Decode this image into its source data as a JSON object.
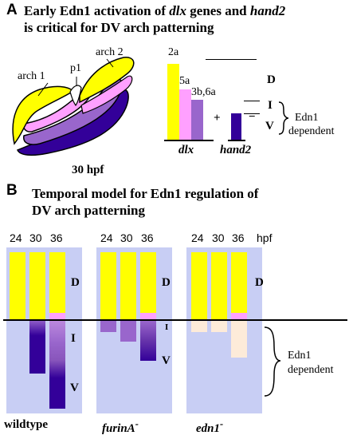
{
  "panel_a": {
    "letter": "A",
    "title_line1": "Early Edn1 activation of dlx genes and hand2",
    "title_line2": "is critical for DV arch patterning",
    "arch1": "arch 1",
    "arch2": "arch 2",
    "p1": "p1",
    "stage": "30 hpf",
    "bar_labels": [
      "2a",
      "5a",
      "3b,6a"
    ],
    "d": "D",
    "i": "I",
    "v": "V",
    "plus": "+",
    "equals": "=",
    "xlabel_dlx": "dlx",
    "xlabel_hand2": "hand2",
    "edn1_1": "Edn1",
    "edn1_2": "dependent"
  },
  "panel_b": {
    "letter": "B",
    "title_line1": "Temporal model for Edn1 regulation of",
    "title_line2": "DV arch patterning",
    "hpf_label": "hpf",
    "times": [
      "24",
      "30",
      "36"
    ],
    "d": "D",
    "i": "I",
    "v": "V",
    "edn1_1": "Edn1",
    "edn1_2": "dependent",
    "genotypes": [
      "wildtype",
      "furinA",
      "edn1"
    ],
    "superscript": "-"
  },
  "colors": {
    "yellow": "#ffff00",
    "pink": "#ffa0ff",
    "lavender": "#9966cc",
    "dark_purple": "#330099",
    "background_panel": "#c8cef4",
    "light_tan": "#fdebd9"
  }
}
